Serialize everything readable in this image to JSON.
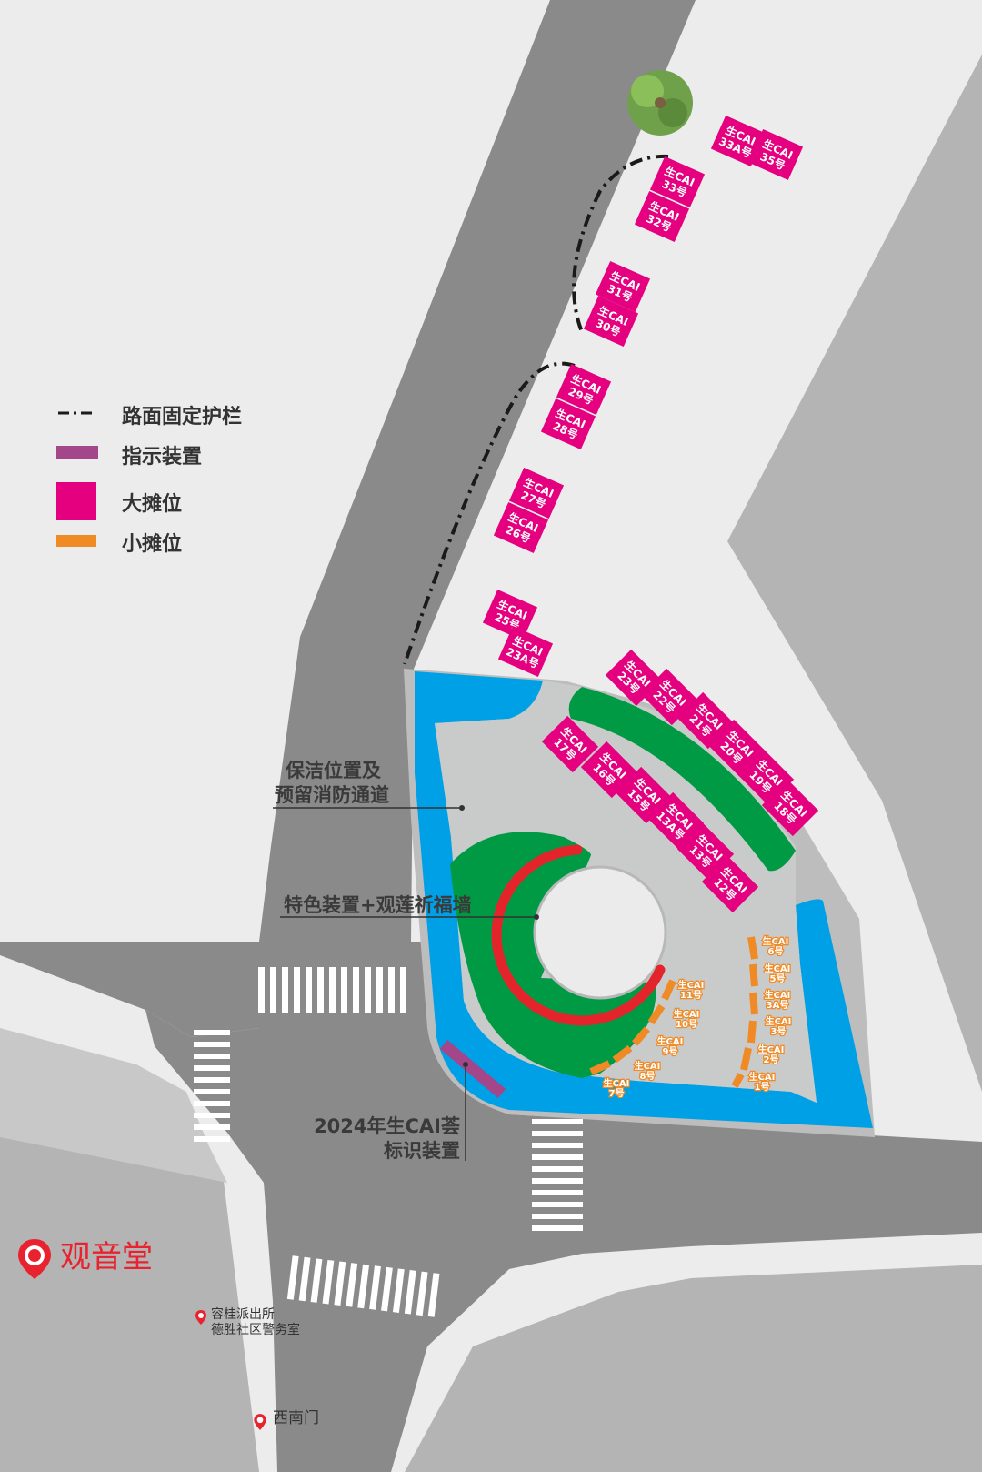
{
  "legend": {
    "guardrail": "路面固定护栏",
    "indicator": "指示装置",
    "large_stall": "大摊位",
    "small_stall": "小摊位"
  },
  "annotations": {
    "cleaning_line1": "保洁位置及",
    "cleaning_line2": "预留消防通道",
    "feature": "特色装置+观莲祈福墙",
    "sign_line1": "2024年生CAI荟",
    "sign_line2": "标识装置"
  },
  "pois": {
    "main": "观音堂",
    "police_line1": "容桂派出所",
    "police_line2": "德胜社区警务室",
    "gate": "西南门"
  },
  "colors": {
    "large_stall": "#e4007f",
    "small_stall": "#f08a24",
    "indicator": "#a3468a",
    "water": "#00a0e6",
    "green": "#009a44",
    "wall": "#e3242b",
    "poi": "#e8232f"
  },
  "large_stalls": [
    {
      "line1": "生CAI",
      "line2": "33A号"
    },
    {
      "line1": "生CAI",
      "line2": "35号"
    },
    {
      "line1": "生CAI",
      "line2": "33号"
    },
    {
      "line1": "生CAI",
      "line2": "32号"
    },
    {
      "line1": "生CAI",
      "line2": "31号"
    },
    {
      "line1": "生CAI",
      "line2": "30号"
    },
    {
      "line1": "生CAI",
      "line2": "29号"
    },
    {
      "line1": "生CAI",
      "line2": "28号"
    },
    {
      "line1": "生CAI",
      "line2": "27号"
    },
    {
      "line1": "生CAI",
      "line2": "26号"
    },
    {
      "line1": "生CAI",
      "line2": "25号"
    },
    {
      "line1": "生CAI",
      "line2": "23A号"
    },
    {
      "line1": "生CAI",
      "line2": "23号"
    },
    {
      "line1": "生CAI",
      "line2": "22号"
    },
    {
      "line1": "生CAI",
      "line2": "21号"
    },
    {
      "line1": "生CAI",
      "line2": "20号"
    },
    {
      "line1": "生CAI",
      "line2": "19号"
    },
    {
      "line1": "生CAI",
      "line2": "18号"
    },
    {
      "line1": "生CAI",
      "line2": "17号"
    },
    {
      "line1": "生CAI",
      "line2": "16号"
    },
    {
      "line1": "生CAI",
      "line2": "15号"
    },
    {
      "line1": "生CAI",
      "line2": "13A号"
    },
    {
      "line1": "生CAI",
      "line2": "13号"
    },
    {
      "line1": "生CAI",
      "line2": "12号"
    }
  ],
  "small_stalls": [
    {
      "line1": "生CAI",
      "line2": "6号"
    },
    {
      "line1": "生CAI",
      "line2": "5号"
    },
    {
      "line1": "生CAI",
      "line2": "3A号"
    },
    {
      "line1": "生CAI",
      "line2": "3号"
    },
    {
      "line1": "生CAI",
      "line2": "2号"
    },
    {
      "line1": "生CAI",
      "line2": "1号"
    },
    {
      "line1": "生CAI",
      "line2": "11号"
    },
    {
      "line1": "生CAI",
      "line2": "10号"
    },
    {
      "line1": "生CAI",
      "line2": "9号"
    },
    {
      "line1": "生CAI",
      "line2": "8号"
    },
    {
      "line1": "生CAI",
      "line2": "7号"
    }
  ]
}
